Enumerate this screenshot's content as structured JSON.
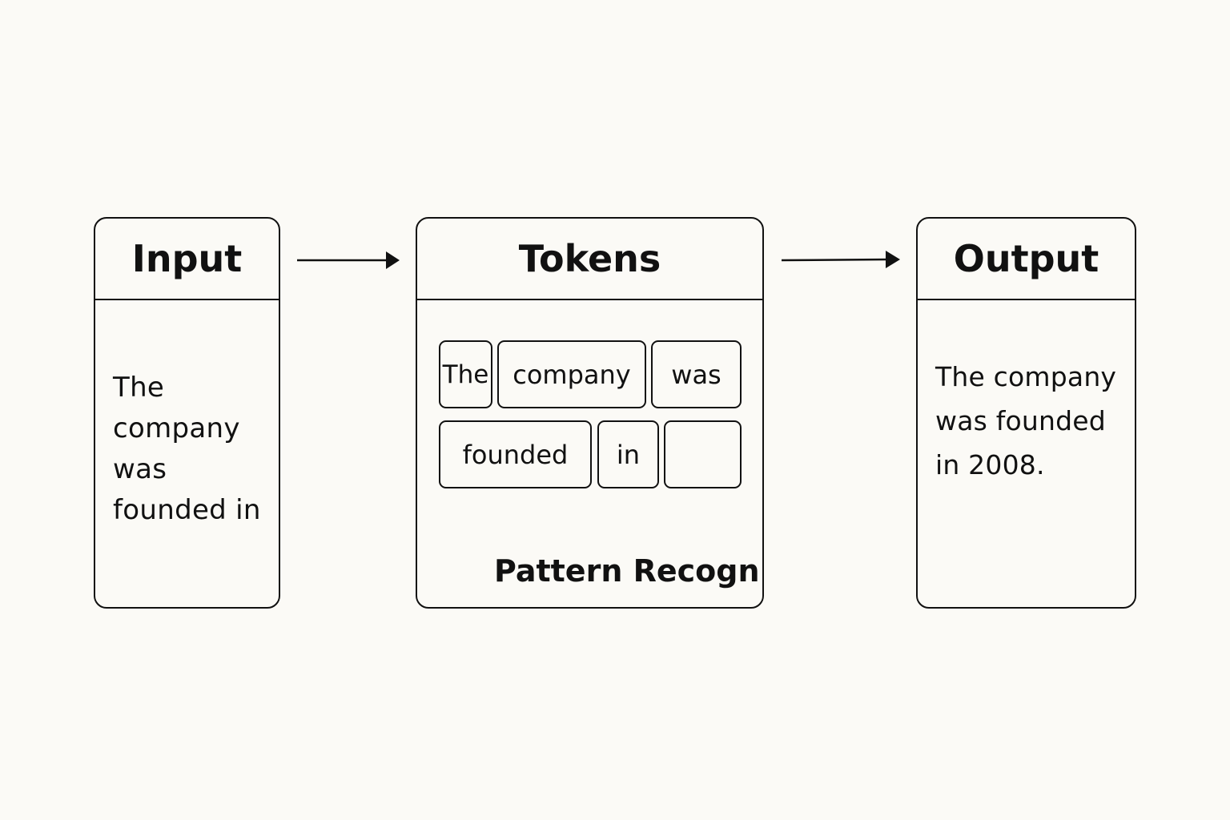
{
  "input": {
    "title": "Input",
    "lines": [
      "The",
      "company",
      "was",
      "founded in"
    ]
  },
  "tokens": {
    "title": "Tokens",
    "items": [
      "The",
      "company",
      "was",
      "founded",
      "in",
      ""
    ],
    "footer": "Pattern Recogn"
  },
  "output": {
    "title": "Output",
    "lines": [
      "The company",
      "was founded",
      "in 2008."
    ]
  },
  "colors": {
    "stroke": "#111111",
    "background": "#fbfaf6"
  }
}
